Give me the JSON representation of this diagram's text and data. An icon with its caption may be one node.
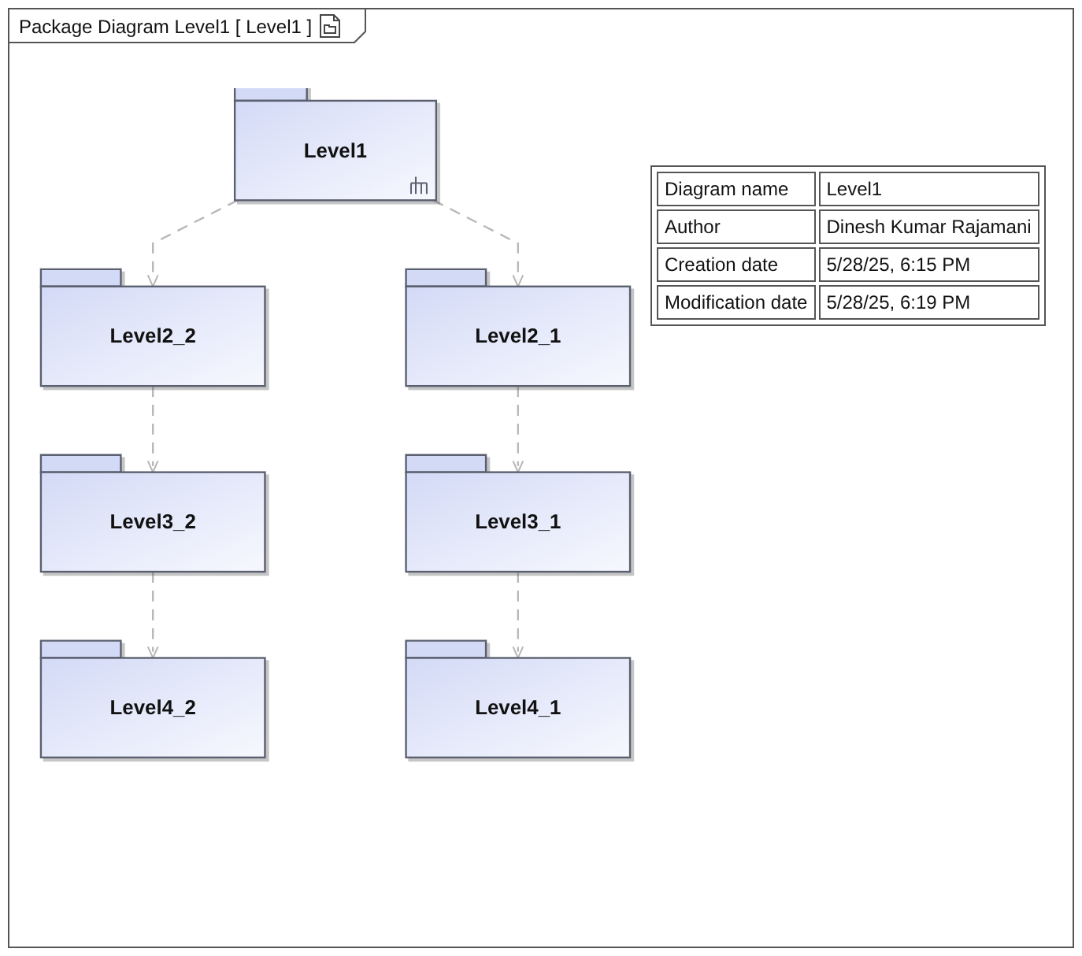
{
  "diagram": {
    "title": "Package Diagram Level1 [ Level1 ]",
    "nodes": [
      {
        "text": [
          "Level1"
        ]
      },
      {
        "text": [
          "Level2_2"
        ]
      },
      {
        "text": [
          "Level2_1"
        ]
      },
      {
        "text": [
          "Level3_2"
        ]
      },
      {
        "text": [
          "Level3_1"
        ]
      },
      {
        "text": [
          "Level4_2"
        ]
      },
      {
        "text": [
          "Level4_1"
        ]
      }
    ],
    "edges": [
      {
        "from": 0,
        "to": 1,
        "arrow": "to",
        "style": "dashed"
      },
      {
        "from": 0,
        "to": 2,
        "arrow": "to",
        "style": "dashed"
      },
      {
        "from": 1,
        "to": 3,
        "arrow": "to",
        "style": "dashed"
      },
      {
        "from": 2,
        "to": 4,
        "arrow": "to",
        "style": "dashed"
      },
      {
        "from": 3,
        "to": 5,
        "arrow": "to",
        "style": "dashed"
      },
      {
        "from": 4,
        "to": 6,
        "arrow": "to",
        "style": "dashed"
      }
    ],
    "labels": [
      "Diagram name",
      "Level1",
      "Author",
      "Dinesh Kumar Rajamani",
      "Creation date",
      "5/28/25, 6:15 PM",
      "Modification date",
      "5/28/25, 6:19 PM"
    ]
  }
}
